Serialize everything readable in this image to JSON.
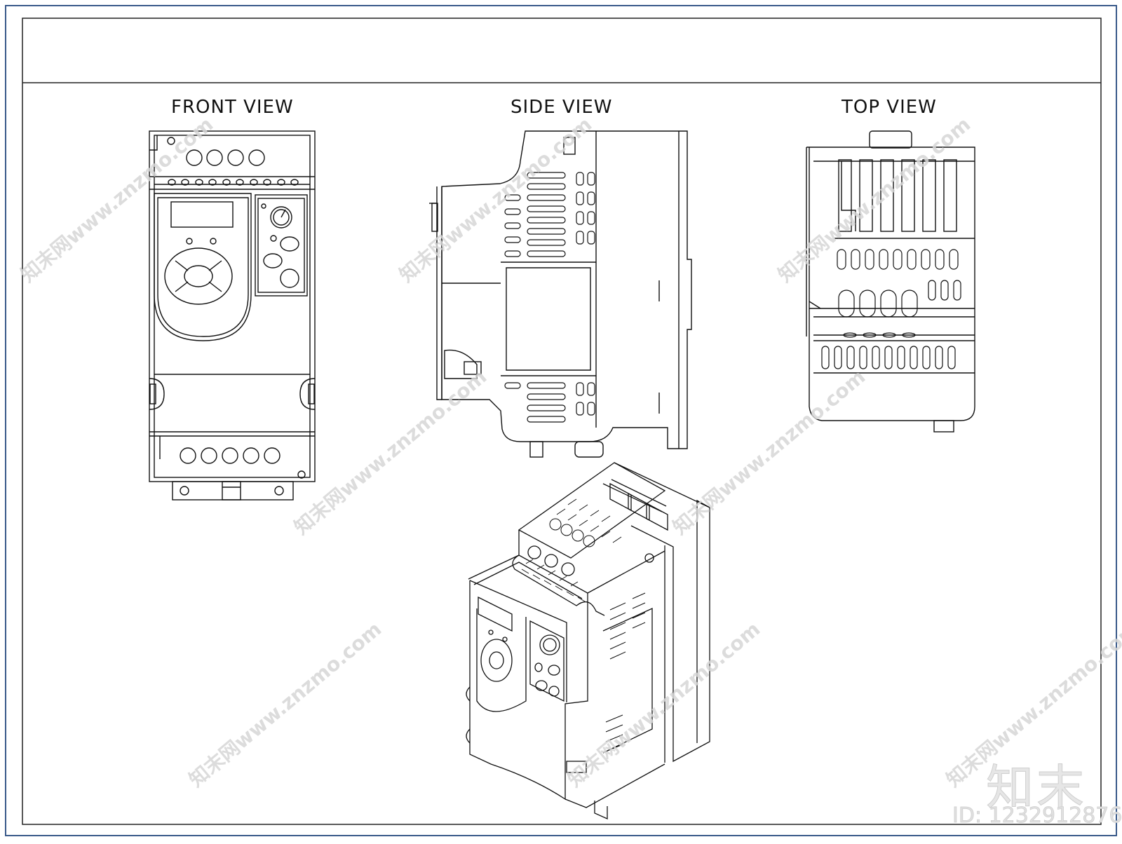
{
  "views": {
    "front_label": "FRONT VIEW",
    "side_label": "SIDE VIEW",
    "top_label": "TOP VIEW"
  },
  "watermark": {
    "text": "知末网www.znzmo.com",
    "logo": "知末",
    "id_text": "ID: 1232912876"
  },
  "colors": {
    "border": "#3a5a8a",
    "line": "#111111",
    "watermark": "#d6d6d6"
  }
}
